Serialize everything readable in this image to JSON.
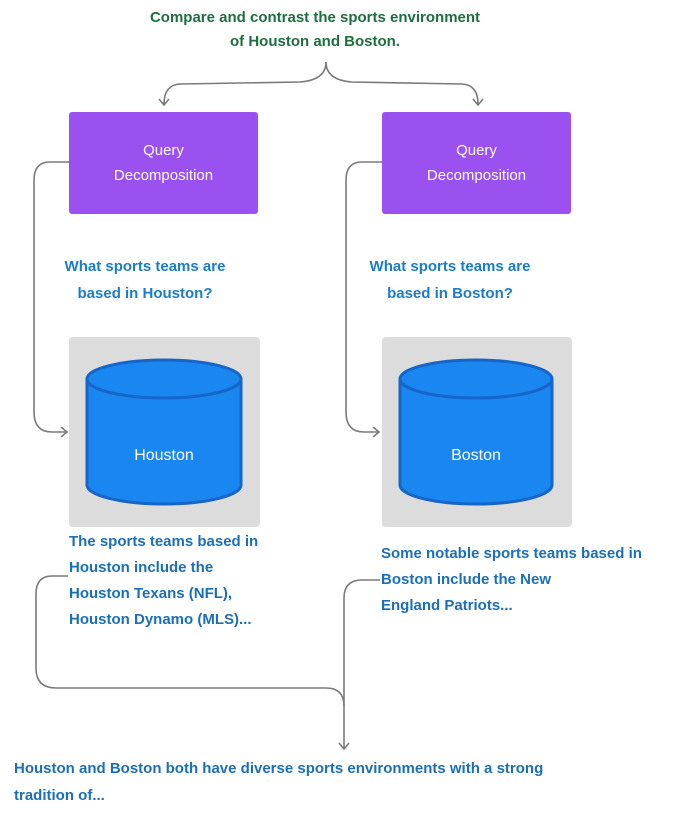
{
  "top_question": {
    "line1": "Compare and contrast the sports environment",
    "line2": "of Houston and Boston."
  },
  "left": {
    "qd_line1": "Query",
    "qd_line2": "Decomposition",
    "subquestion_line1": "What sports teams are",
    "subquestion_line2": "based in Houston?",
    "db_label": "Houston",
    "answer_lines": [
      "The sports teams based in",
      "Houston include the",
      "Houston Texans (NFL),",
      "Houston Dynamo (MLS)..."
    ]
  },
  "right": {
    "qd_line1": "Query",
    "qd_line2": "Decomposition",
    "subquestion_line1": "What sports teams are",
    "subquestion_line2": "based in Boston?",
    "db_label": "Boston",
    "answer_lines": [
      "Some notable sports teams based in",
      "Boston include the New",
      "England Patriots..."
    ]
  },
  "final_answer": {
    "line1": "Houston and Boston both have diverse sports environments with a strong",
    "line2": "tradition of..."
  },
  "colors": {
    "purple": "#9b51f0",
    "db_blue": "#1a86f0",
    "db_rim": "#1566c8",
    "panel_gray": "#dcdcdc",
    "question_green": "#1f6e3f",
    "text_blue": "#1b6fb6",
    "connector_gray": "#7a7a7a"
  }
}
